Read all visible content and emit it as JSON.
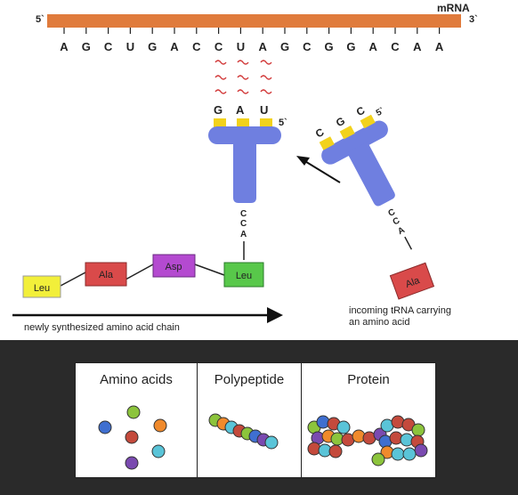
{
  "diagram": {
    "mrna_label": "mRNA",
    "mrna_5": "5`",
    "mrna_3": "3`",
    "codon_letters": [
      "A",
      "G",
      "C",
      "U",
      "G",
      "A",
      "C",
      "C",
      "U",
      "A",
      "G",
      "C",
      "G",
      "G",
      "A",
      "C",
      "A",
      "A"
    ],
    "anticodon_left": [
      "G",
      "A",
      "U"
    ],
    "anticodon_left_5": "5`",
    "anticodon_right": [
      "C",
      "G",
      "C"
    ],
    "anticodon_right_5": "5`",
    "cca_left": [
      "C",
      "C",
      "A"
    ],
    "cca_right": [
      "C",
      "C",
      "A"
    ],
    "amino_chain": [
      {
        "label": "Leu",
        "color": "#f2ef3a"
      },
      {
        "label": "Ala",
        "color": "#d94a4a"
      },
      {
        "label": "Asp",
        "color": "#b44ad0"
      },
      {
        "label": "Leu",
        "color": "#58c84a"
      }
    ],
    "incoming_amino": {
      "label": "Ala",
      "color": "#d94a4a"
    },
    "chain_caption": "newly synthesized amino acid chain",
    "incoming_caption_line1": "incoming tRNA carrying",
    "incoming_caption_line2": "an amino acid",
    "colors": {
      "mrna": "#e07b3c",
      "trna": "#6f7fe0",
      "anticodon_block": "#f2d21c",
      "wavy": "#d23a3a"
    }
  },
  "table": {
    "headers": [
      "Amino acids",
      "Polypeptide",
      "Protein"
    ],
    "bead_colors": [
      "#3f6fd0",
      "#8cc43c",
      "#f08a2c",
      "#c44a3c",
      "#5ac4d8",
      "#7a4ab0"
    ]
  }
}
